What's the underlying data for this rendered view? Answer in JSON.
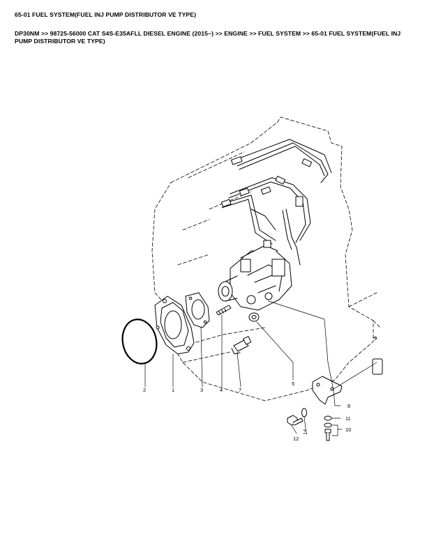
{
  "title": "65-01 FUEL SYSTEM(FUEL INJ PUMP DISTRIBUTOR VE TYPE)",
  "breadcrumb": "DP30NM >> 98725-56000 CAT S4S-E35AFLL DIESEL ENGINE (2015~) >> ENGINE >> FUEL SYSTEM >> 65-01 FUEL SYSTEM(FUEL INJ PUMP DISTRIBUTOR VE TYPE)",
  "callouts": {
    "c1": "1",
    "c2": "2",
    "c3": "3",
    "c4": "4",
    "c5": "5",
    "c7": "7",
    "c8": "8",
    "c10": "10",
    "c11": "11",
    "c12": "12",
    "c14": "14",
    "c9": "9"
  }
}
